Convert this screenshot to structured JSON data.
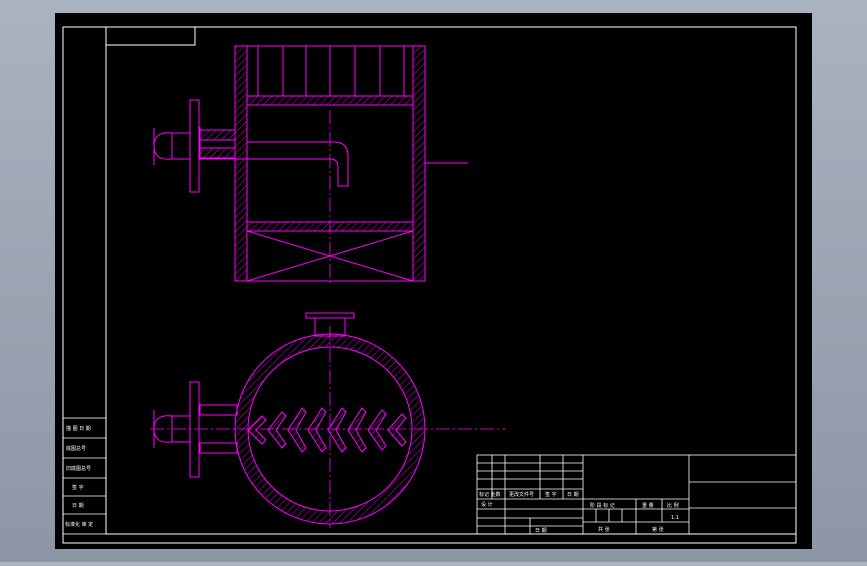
{
  "colors": {
    "background": "#000000",
    "frame": "#ffffff",
    "part": "#ff00ff",
    "centerline": "#ff00ff"
  },
  "side_strip": {
    "rows": [
      {
        "label": "描 图 日 期"
      },
      {
        "label": "底图总号"
      },
      {
        "label": "旧底图总号"
      },
      {
        "label": "签 字"
      },
      {
        "label": "日 期"
      },
      {
        "label": "标准化 审 定"
      }
    ]
  },
  "title_block": {
    "labels": {
      "revision": "标记 处数",
      "change_doc": "更改文件号",
      "signature": "签 字",
      "date": "日 期",
      "design": "设 计",
      "date2": "日 期",
      "stage_mark": "阶 段 标 记",
      "weight": "重 量",
      "scale": "比 例",
      "scale_value": "1:1",
      "sheets_total": "共 张",
      "sheet_no": "第 张"
    }
  }
}
